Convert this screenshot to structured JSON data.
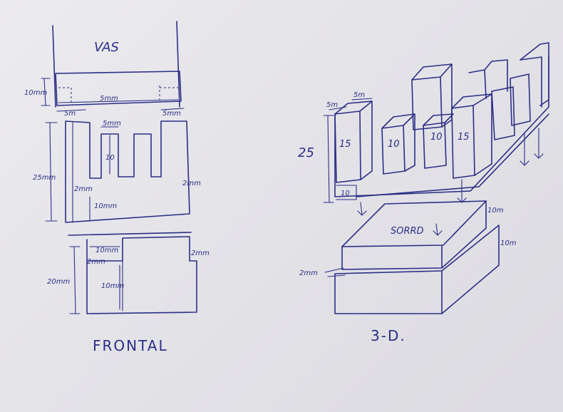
{
  "frontal": {
    "top_label": "VAS",
    "plate_height": "10mm",
    "plate_inner": "5mm",
    "gap_left": "5m",
    "gap_right": "5mm",
    "slot_width": "5mm",
    "slot_depth": "10",
    "height_left": "25mm",
    "wall_left": "2mm",
    "wall_right": "2mm",
    "foot": "10mm",
    "base_top": "10mm",
    "base_left_wall": "2mm",
    "base_inner": "10mm",
    "base_height": "20mm",
    "base_right": "2mm",
    "caption": "FRONTAL"
  },
  "three_d": {
    "w1": "5m",
    "w2": "5m",
    "height": "25",
    "p1": "15",
    "p2": "10",
    "p3": "10",
    "p4": "15",
    "foot": "10",
    "base_label": "SORRD",
    "top_thick": "10m",
    "bottom_thick": "10m",
    "gap": "2mm",
    "caption": "3-D."
  }
}
